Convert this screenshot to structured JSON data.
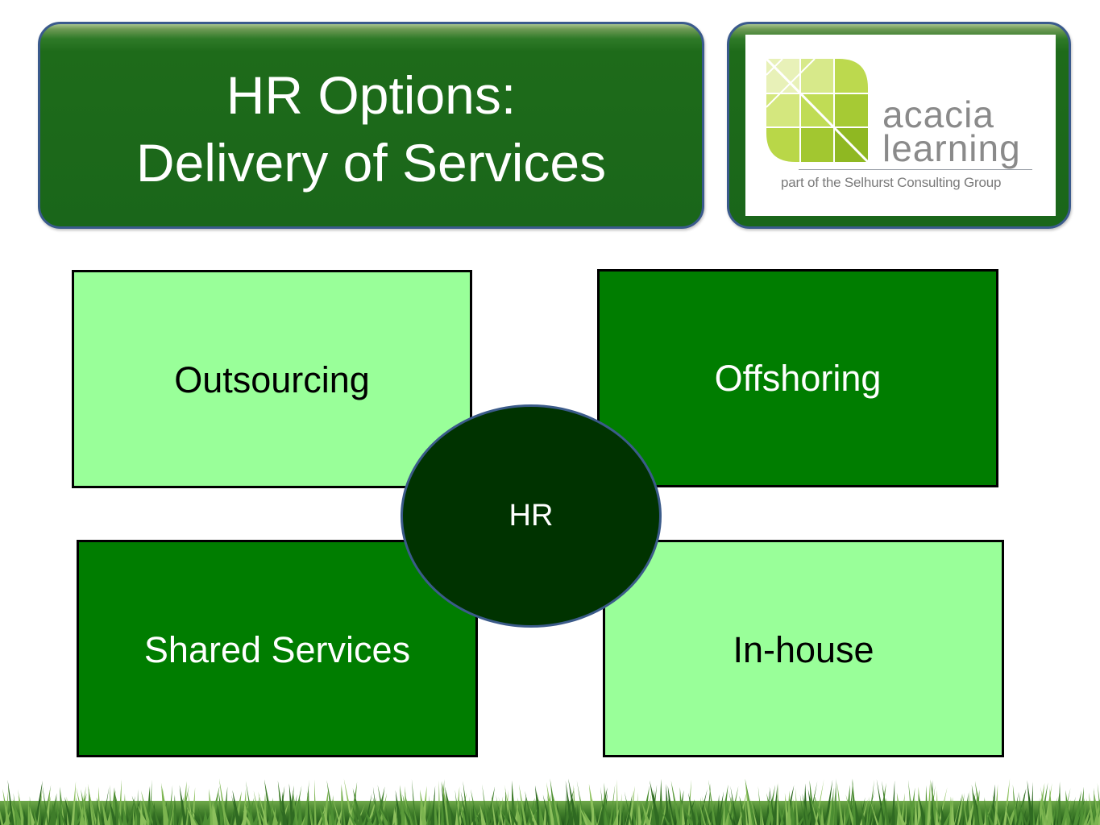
{
  "title": {
    "line1": "HR Options:",
    "line2": "Delivery of Services"
  },
  "logo": {
    "word1": "acacia",
    "word2": "learning",
    "tagline": "part of the Selhurst Consulting Group"
  },
  "diagram": {
    "center": "HR",
    "quadrants": {
      "top_left": "Outsourcing",
      "top_right": "Offshoring",
      "bottom_left": "Shared Services",
      "bottom_right": "In-house"
    }
  },
  "colors": {
    "panel_green": "#1a661a",
    "panel_border": "#3a5a8c",
    "light_green": "#99ff99",
    "dark_green": "#007d00",
    "hub_green": "#003300",
    "logo_lime": "#a4c639"
  }
}
